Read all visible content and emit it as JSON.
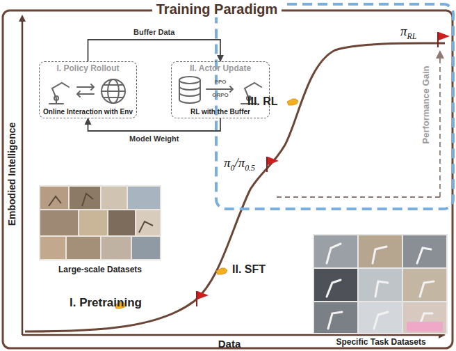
{
  "diagram": {
    "title": "Training Paradigm",
    "nodes": [
      {
        "text": [
          "I. Policy Rollout",
          "Online Interaction with Env"
        ]
      },
      {
        "text": [
          "II. Actor Update",
          "PPO",
          "GRPO",
          "RL with the Buffer"
        ]
      }
    ],
    "edges": [
      {
        "from": 0,
        "to": 1,
        "label": "Buffer Data",
        "arrow": "to"
      },
      {
        "from": 1,
        "to": 0,
        "label": "Model Weight",
        "arrow": "to"
      }
    ],
    "labels": [
      "Embodied Intelligence",
      "Data",
      "I. Pretraining",
      "II. SFT",
      "III. RL",
      "Large-scale Datasets",
      "Specific Task Datasets",
      "Performance Gain",
      "πRL",
      "π0/π0.5"
    ]
  }
}
